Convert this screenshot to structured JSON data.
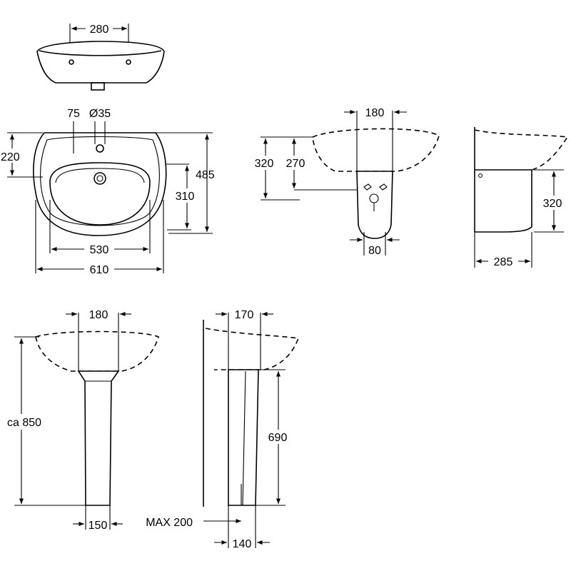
{
  "views": {
    "basin_front": {
      "dims": {
        "width": "280"
      }
    },
    "basin_top": {
      "dims": {
        "tap_offset": "75",
        "tap_hole": "Ø35",
        "back_depth": "220",
        "overflow_depth": "310",
        "depth": "485",
        "bowl_width": "530",
        "width": "610"
      }
    },
    "semi_pedestal_front": {
      "dims": {
        "top_width": "180",
        "bottom_width": "80",
        "fix_height": "320",
        "waste_height": "270"
      }
    },
    "semi_pedestal_side": {
      "dims": {
        "height": "320",
        "projection": "285"
      }
    },
    "pedestal_front": {
      "dims": {
        "top_width": "180",
        "total_height": "ca 850",
        "base_width": "150"
      }
    },
    "pedestal_side": {
      "dims": {
        "top_depth": "170",
        "height": "690",
        "max_wall": "MAX 200",
        "base_depth": "140"
      }
    }
  }
}
